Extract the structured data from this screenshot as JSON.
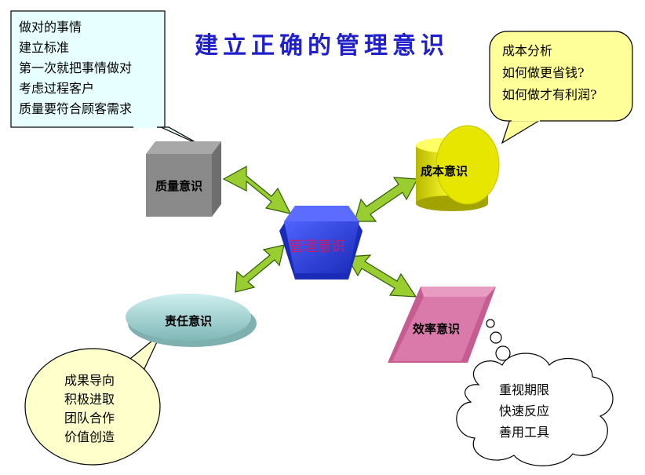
{
  "title": "建立正确的管理意识",
  "center": {
    "label": "管理意识"
  },
  "nodes": {
    "quality": {
      "label": "质量意识"
    },
    "cost": {
      "label": "成本意识"
    },
    "responsibility": {
      "label": "责任意识"
    },
    "efficiency": {
      "label": "效率意识"
    }
  },
  "callouts": {
    "quality": [
      "做对的事情",
      "建立标准",
      "第一次就把事情做对",
      "考虑过程客户",
      "质量要符合顾客需求"
    ],
    "cost": [
      "成本分析",
      "如何做更省钱?",
      "如何做才有利润?"
    ],
    "responsibility": [
      "成果导向",
      "积极进取",
      "团队合作",
      "价值创造"
    ],
    "efficiency": [
      "重视期限",
      "快速反应",
      "善用工具"
    ]
  },
  "colors": {
    "title": "#1f1fcc",
    "center_face": "#2a3fe0",
    "center_label": "#cc1a66",
    "quality_box": "#8a8a8a",
    "cost_cylinder": "#e6e600",
    "responsibility_disc": "#9ccfcf",
    "efficiency_para": "#d97aaa",
    "arrow": "#9acd32",
    "callout_quality": "#e8ffff",
    "callout_cost": "#ffff99",
    "callout_responsibility": "#ffffcc",
    "callout_efficiency": "#ffffff"
  }
}
